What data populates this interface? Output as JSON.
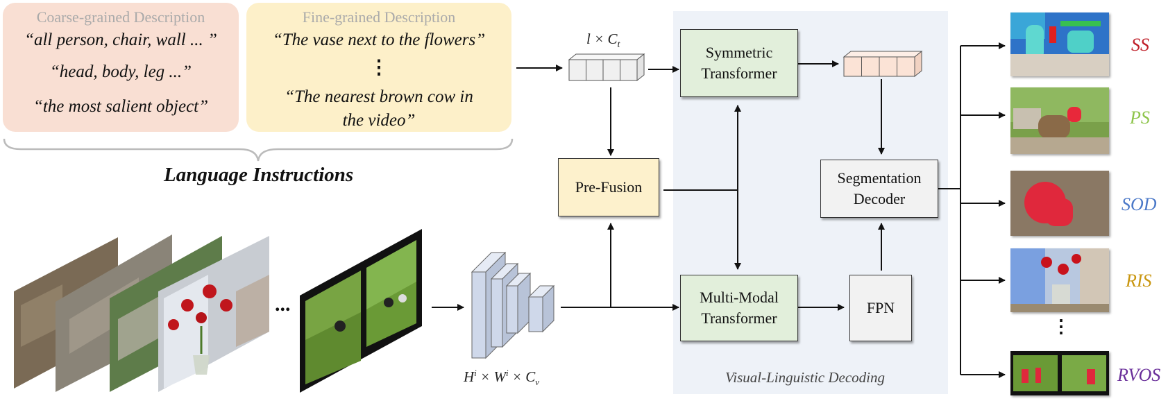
{
  "coarse": {
    "title": "Coarse-grained Description",
    "q1": "“all person, chair, wall ... ”",
    "q2": "“head, body, leg ...”",
    "q3": "“the most salient object”"
  },
  "fine": {
    "title": "Fine-grained Description",
    "q1": "“The vase next to the flowers”",
    "q2_line1": "“The nearest brown cow in",
    "q2_line2": "the video”"
  },
  "language_instructions": "Language Instructions",
  "ellipsis": "...",
  "vertical_ellipsis": "⋮",
  "text_feat_label": "l × C",
  "text_feat_sub": "t",
  "visual_feat_label_parts": [
    "H",
    "i",
    " × W",
    "i",
    " × C",
    "v"
  ],
  "blocks": {
    "symmetric_line1": "Symmetric",
    "symmetric_line2": "Transformer",
    "prefusion": "Pre-Fusion",
    "seg_line1": "Segmentation",
    "seg_line2": "Decoder",
    "mm_line1": "Multi-Modal",
    "mm_line2": "Transformer",
    "fpn": "FPN"
  },
  "decoding_label": "Visual-Linguistic Decoding",
  "tasks": [
    {
      "label": "SS",
      "color": "#c0202a"
    },
    {
      "label": "PS",
      "color": "#8dc44a"
    },
    {
      "label": "SOD",
      "color": "#4a78c8"
    },
    {
      "label": "RIS",
      "color": "#c9960f"
    },
    {
      "label": "RVOS",
      "color": "#6a2f9a"
    }
  ],
  "colors": {
    "coarse_bg": "#f9dfd3",
    "fine_bg": "#fdf0c9",
    "decode_bg": "#eef2f8",
    "token_gray": "#f0f0f0",
    "token_pink": "#fbe3d6"
  }
}
